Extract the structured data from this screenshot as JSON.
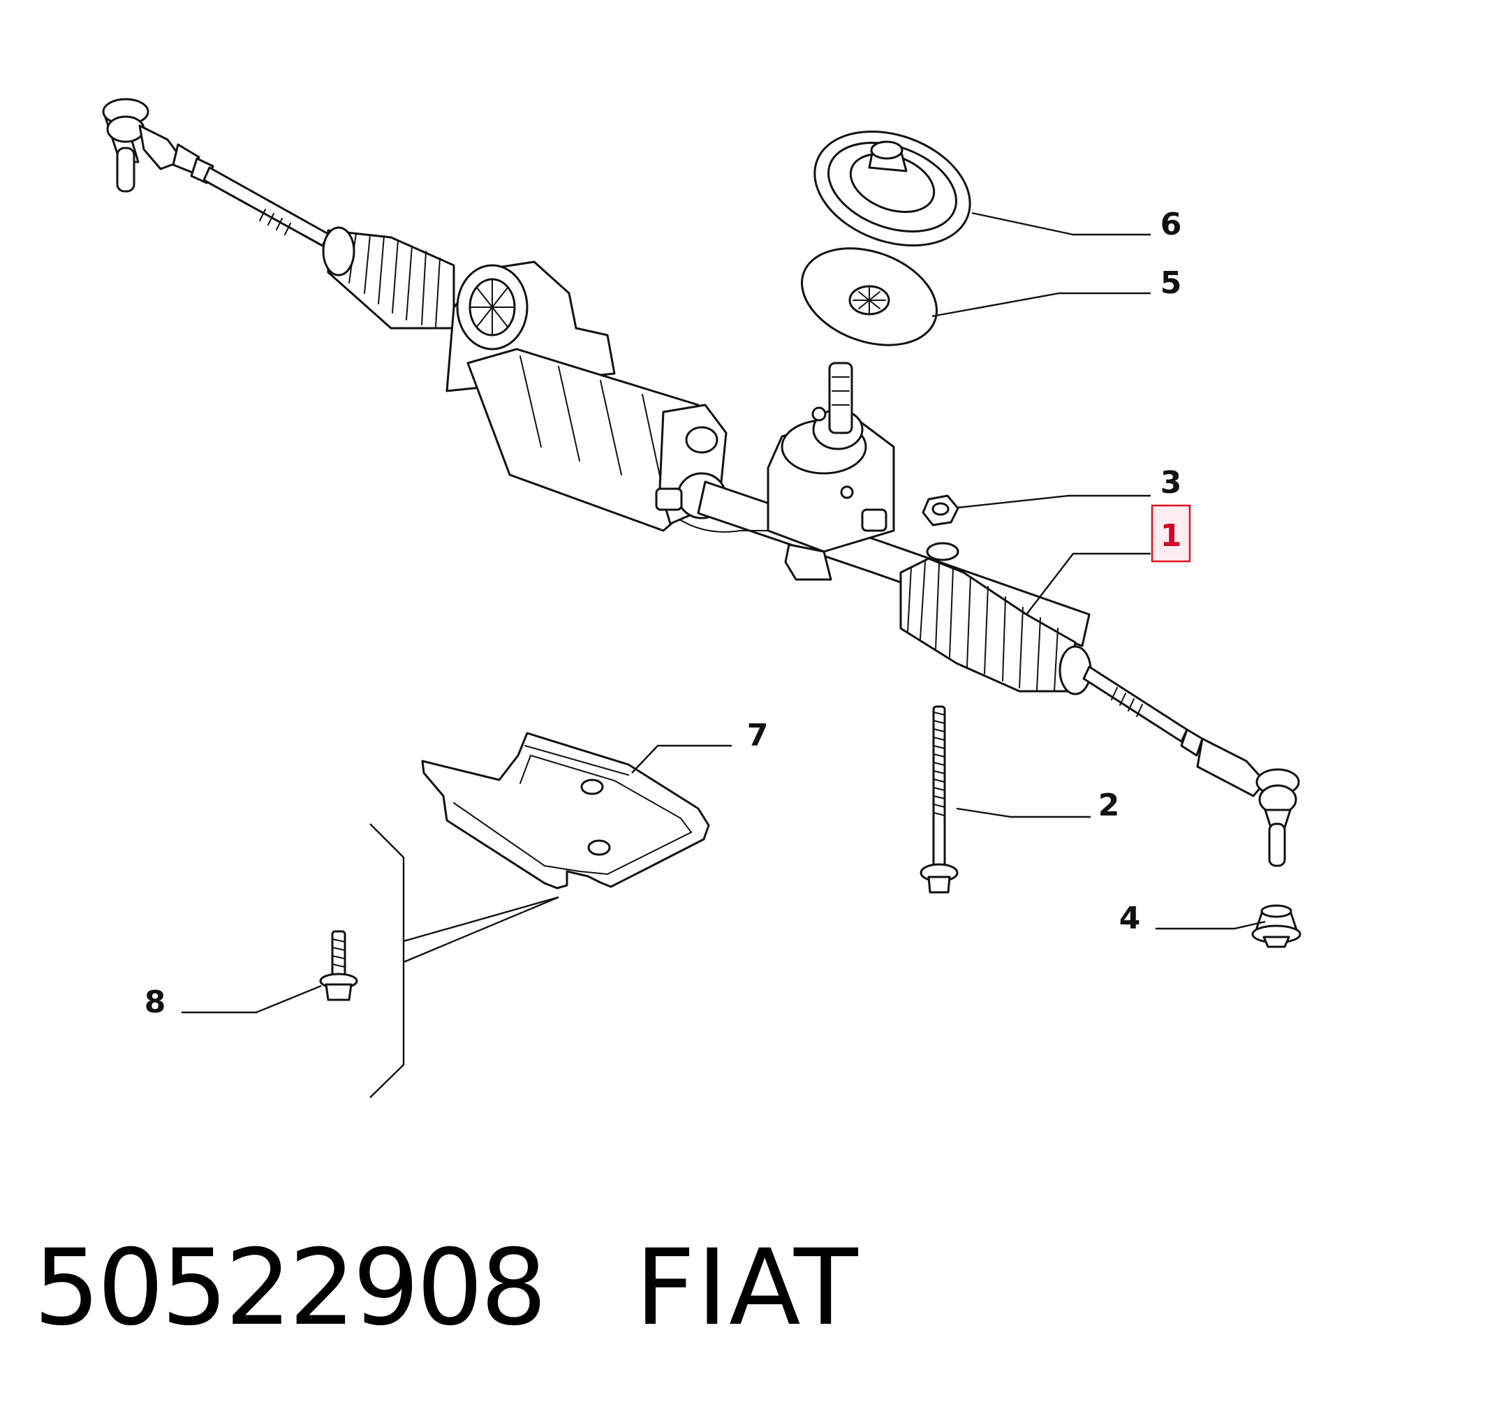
{
  "diagram": {
    "callouts": [
      {
        "number": "1",
        "highlighted": true
      },
      {
        "number": "2",
        "highlighted": false
      },
      {
        "number": "3",
        "highlighted": false
      },
      {
        "number": "4",
        "highlighted": false
      },
      {
        "number": "5",
        "highlighted": false
      },
      {
        "number": "6",
        "highlighted": false
      },
      {
        "number": "7",
        "highlighted": false
      },
      {
        "number": "8",
        "highlighted": false
      }
    ],
    "highlight_color": "#e0101f"
  },
  "footer": {
    "part_number": "50522908",
    "brand": "FIAT"
  }
}
